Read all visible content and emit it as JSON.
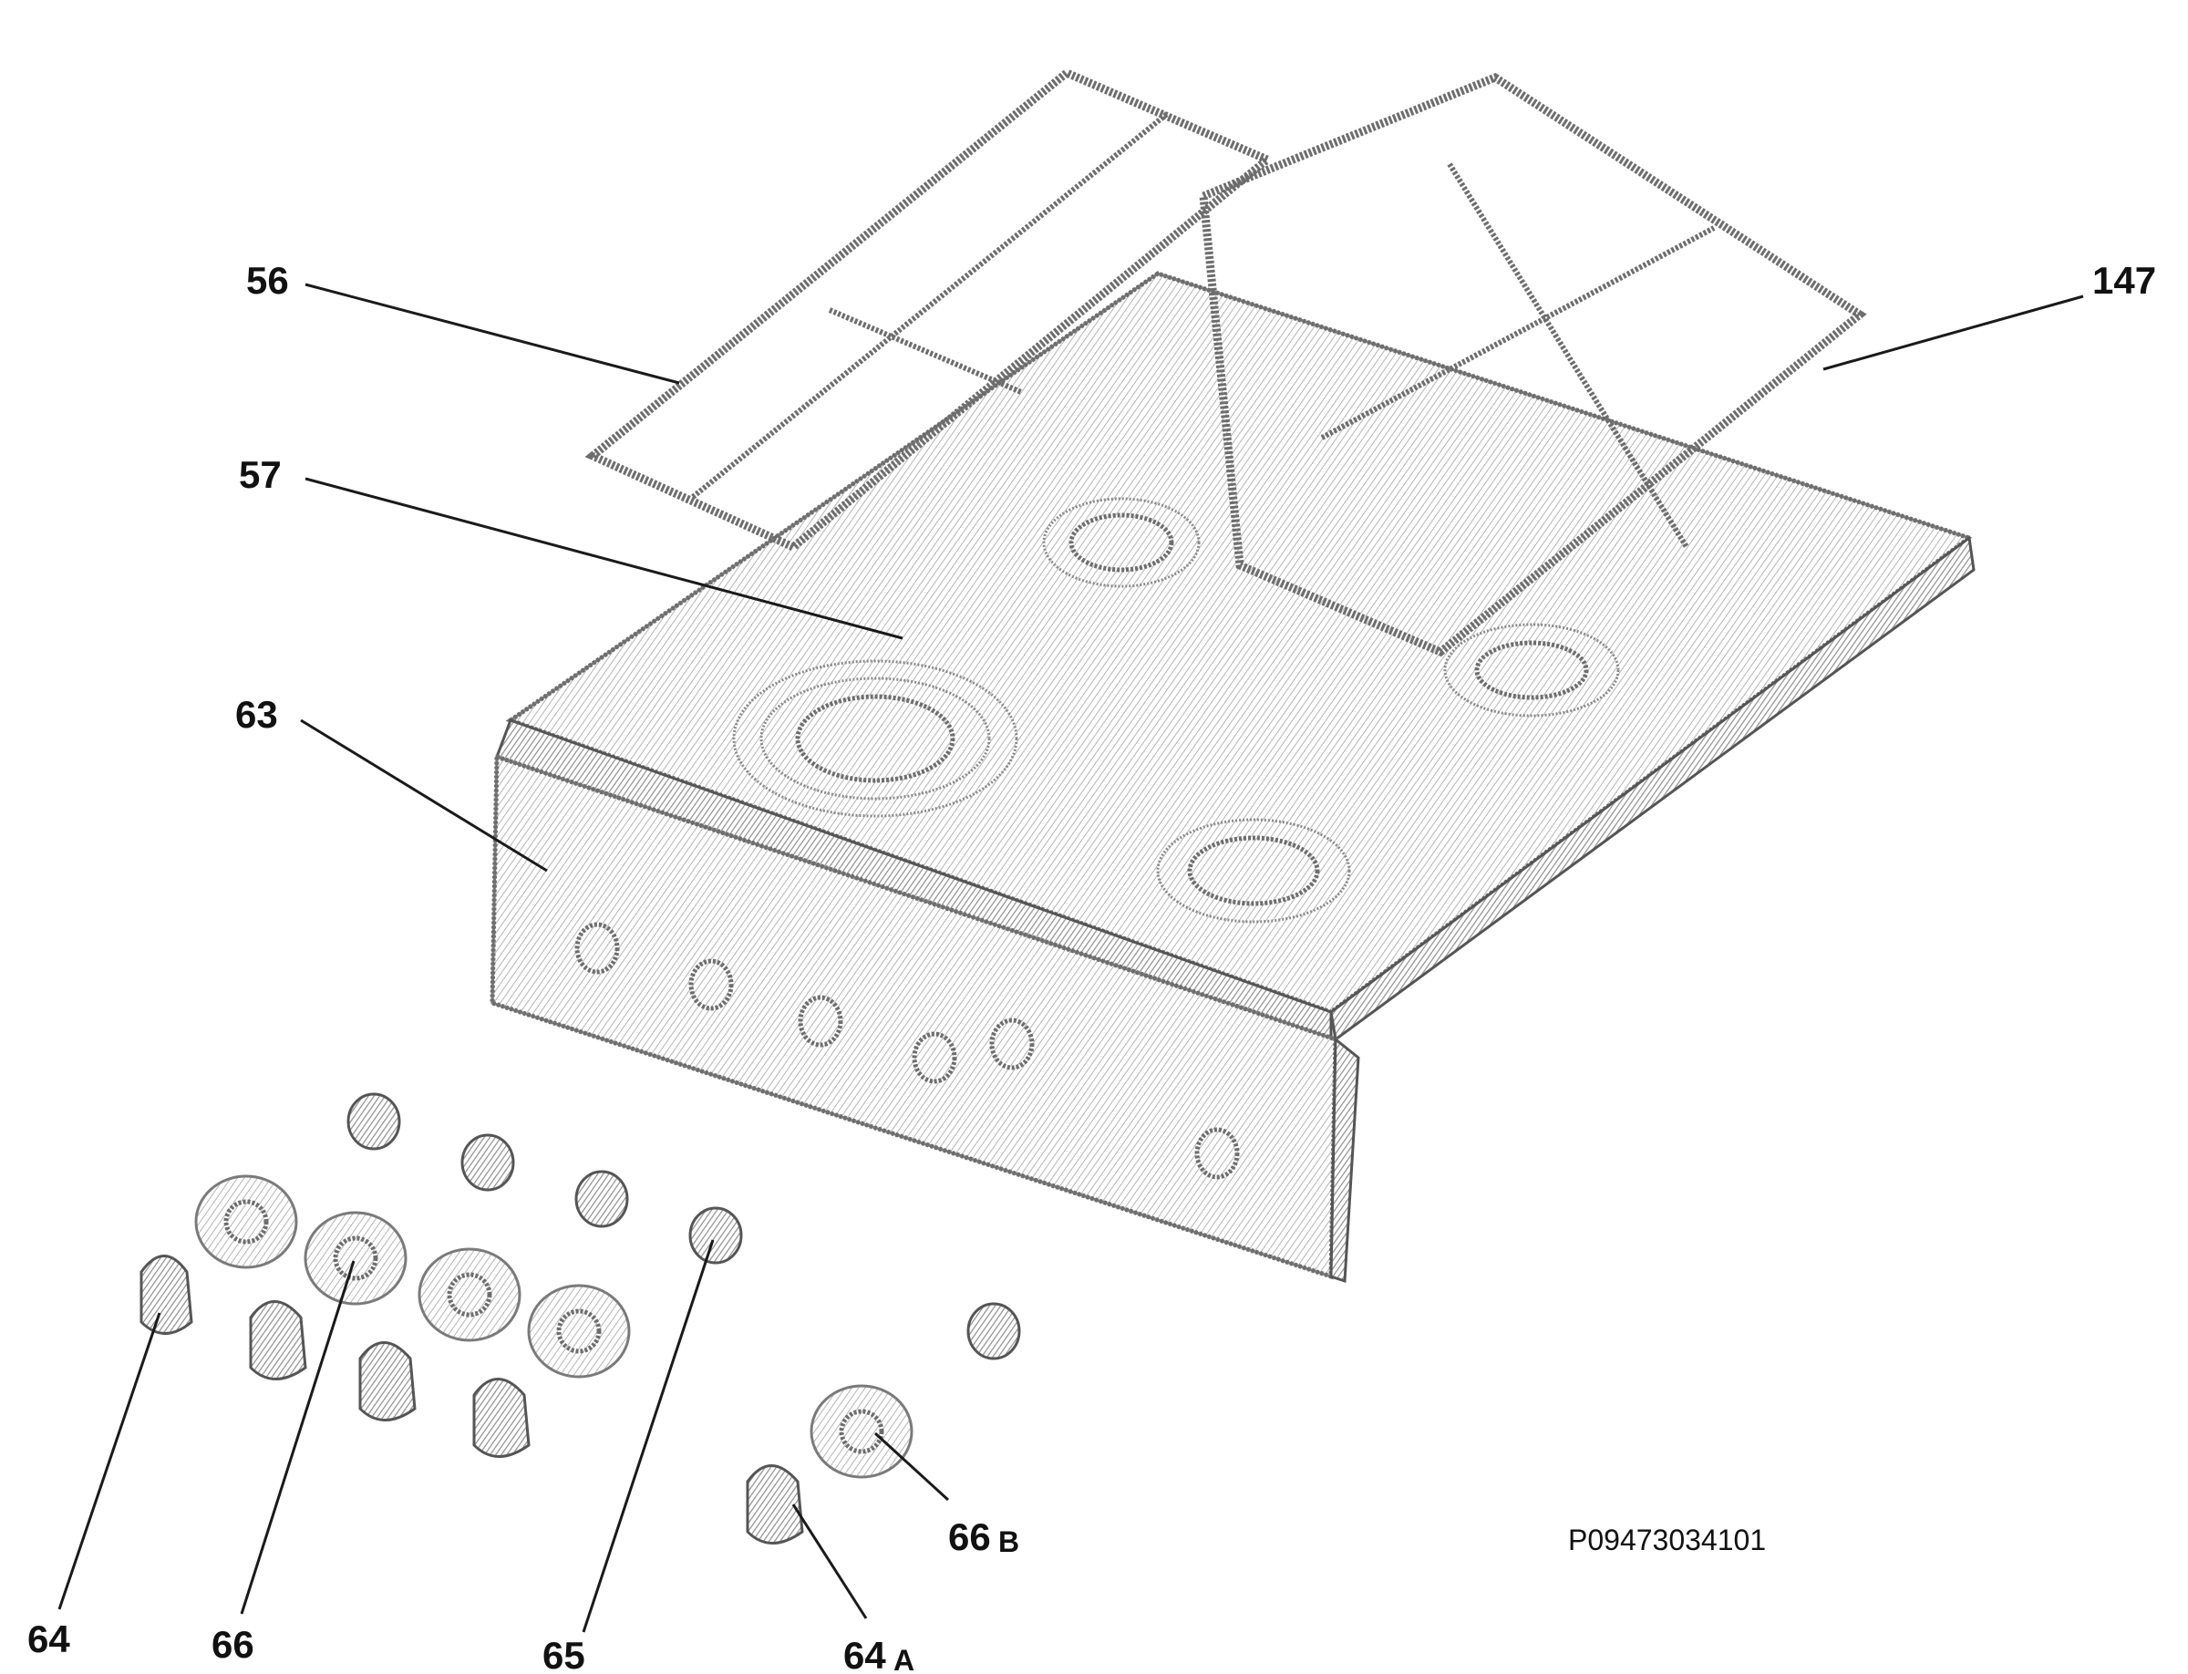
{
  "diagram": {
    "drawing_code": "P09473034101",
    "callouts": [
      {
        "id": "c56",
        "label": "56",
        "sub": ""
      },
      {
        "id": "c57",
        "label": "57",
        "sub": ""
      },
      {
        "id": "c63",
        "label": "63",
        "sub": ""
      },
      {
        "id": "c147",
        "label": "147",
        "sub": ""
      },
      {
        "id": "c64",
        "label": "64",
        "sub": ""
      },
      {
        "id": "c66",
        "label": "66",
        "sub": ""
      },
      {
        "id": "c65",
        "label": "65",
        "sub": ""
      },
      {
        "id": "c64a",
        "label": "64",
        "sub": "A"
      },
      {
        "id": "c66b",
        "label": "66",
        "sub": "B"
      }
    ],
    "parts": [
      {
        "name": "pan-support-grid-left",
        "callout": "56"
      },
      {
        "name": "pan-support-grid-right",
        "callout": "147"
      },
      {
        "name": "hob-top-plate",
        "callout": "57"
      },
      {
        "name": "control-panel-front",
        "callout": "63"
      },
      {
        "name": "control-knob",
        "callout": "64"
      },
      {
        "name": "knob-spring",
        "callout": "65"
      },
      {
        "name": "knob-ring",
        "callout": "66"
      }
    ]
  }
}
